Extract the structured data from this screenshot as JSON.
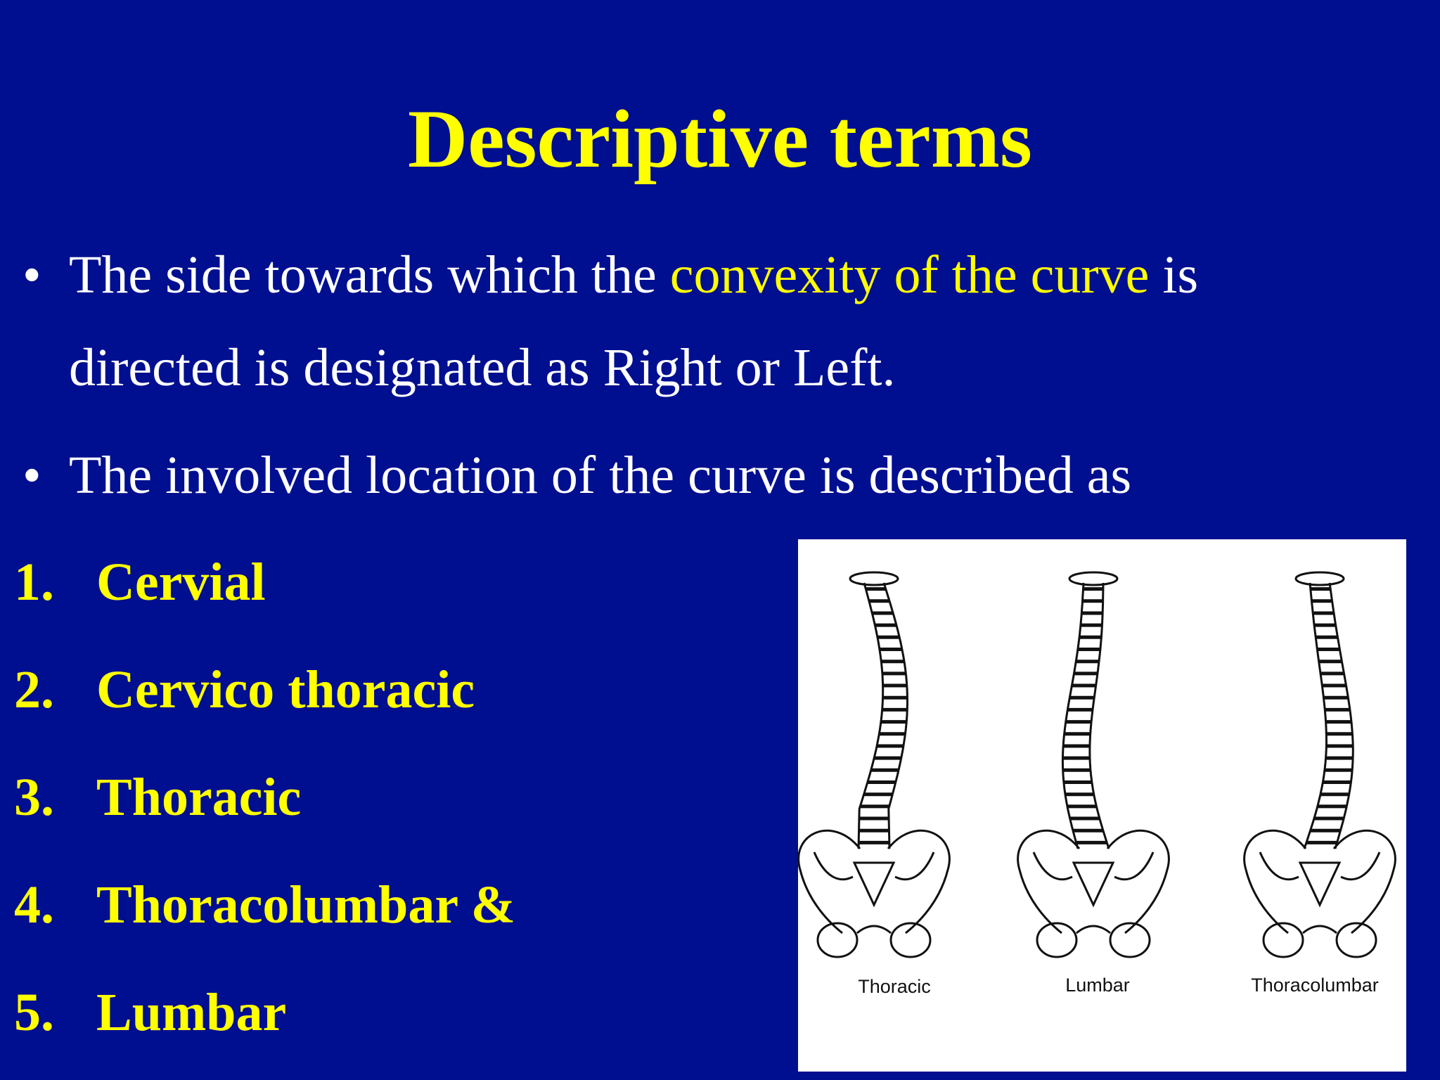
{
  "slide": {
    "title": "Descriptive terms",
    "bullets": [
      {
        "pre": "The side towards which the ",
        "highlight": "convexity of the curve",
        "post": " is",
        "line2": "directed is designated as Right or Left."
      },
      {
        "text": "The involved location of the curve is described as"
      }
    ],
    "bullet_symbol": "•",
    "list": [
      {
        "num": "1.",
        "label": "Cervial"
      },
      {
        "num": "2.",
        "label": "Cervico thoracic"
      },
      {
        "num": "3.",
        "label": "Thoracic"
      },
      {
        "num": "4.",
        "label": "Thoracolumbar &"
      },
      {
        "num": "5.",
        "label": "Lumbar"
      }
    ]
  },
  "figure": {
    "captions": [
      "Thoracic",
      "Lumbar",
      "Thoracolumbar"
    ]
  },
  "colors": {
    "background": "#000f8f",
    "title": "#ffff00",
    "text": "#ffffff",
    "highlight": "#ffff00"
  }
}
